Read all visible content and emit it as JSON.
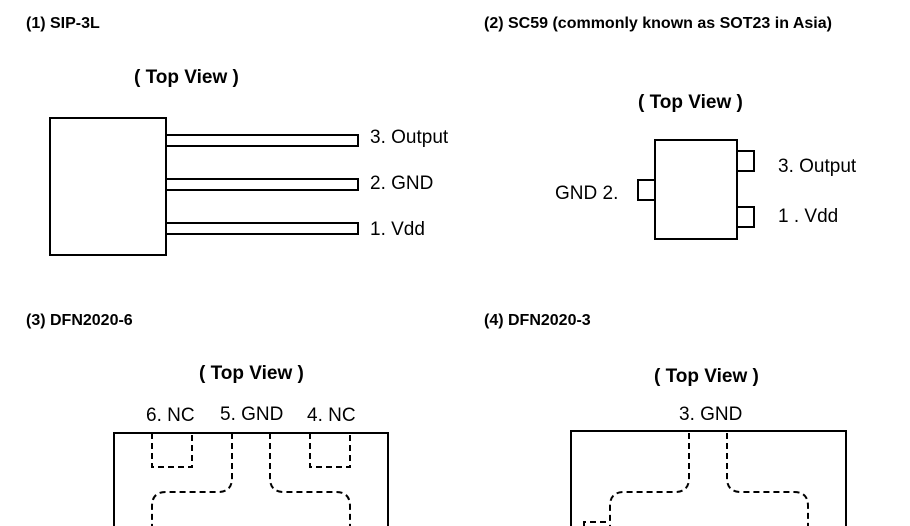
{
  "packages": {
    "sip3l": {
      "heading": "(1) SIP-3L",
      "view": "( Top View )",
      "pin3": "3. Output",
      "pin2": "2. GND",
      "pin1": "1.  Vdd"
    },
    "sc59": {
      "heading": "(2) SC59 (commonly known as SOT23 in Asia)",
      "view": "( Top View )",
      "pin3": "3.  Output",
      "pin1": "1 . Vdd",
      "pin2": "GND  2."
    },
    "dfn2020_6": {
      "heading": "(3) DFN2020-6",
      "view": "( Top View )",
      "pin6": "6. NC",
      "pin5": "5. GND",
      "pin4": "4. NC"
    },
    "dfn2020_3": {
      "heading": "(4) DFN2020-3",
      "view": "( Top View )",
      "pin3": "3. GND"
    }
  },
  "colors": {
    "stroke": "#000000",
    "background": "#ffffff"
  }
}
